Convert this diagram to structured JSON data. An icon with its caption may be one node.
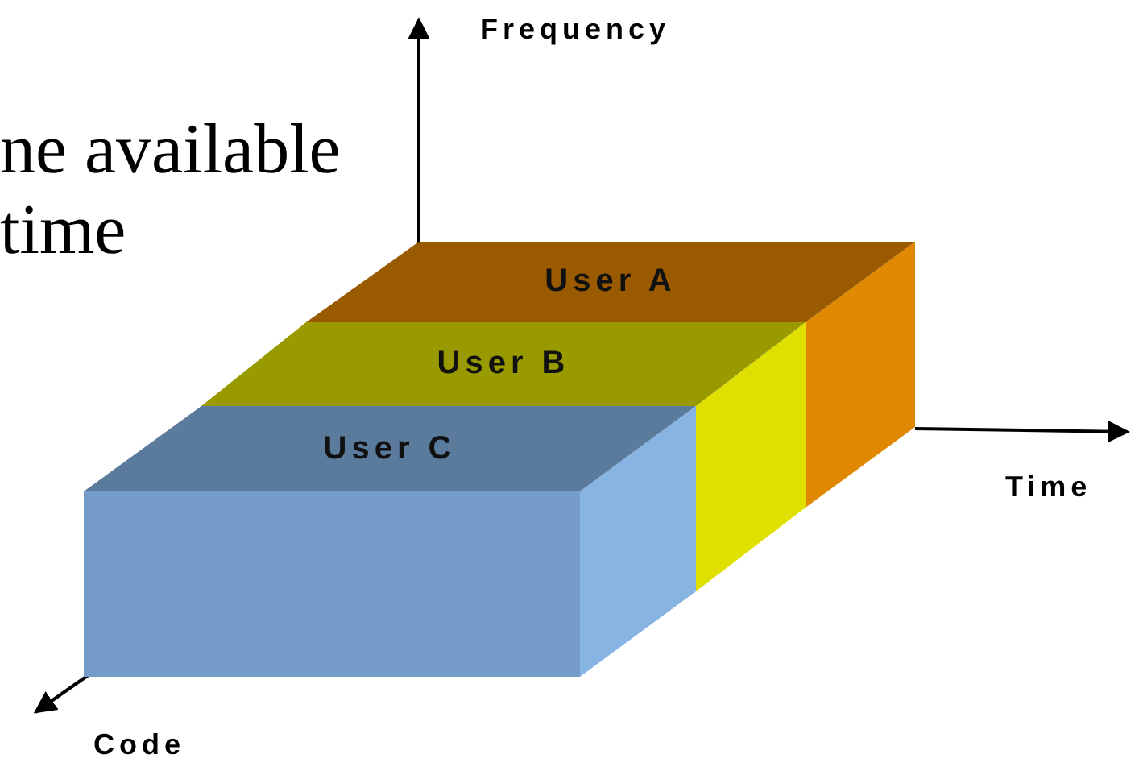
{
  "diagram": {
    "nodes": [
      {
        "text": [
          "User A"
        ]
      },
      {
        "text": [
          "User B"
        ]
      },
      {
        "text": [
          "User C"
        ]
      }
    ],
    "labels": [
      "ne available time",
      "Frequency",
      "Time",
      "Code"
    ]
  }
}
